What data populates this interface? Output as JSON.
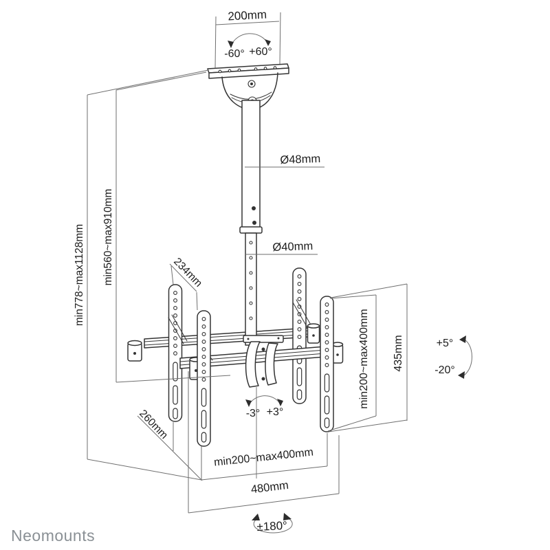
{
  "brand": {
    "logo": "Neomounts"
  },
  "diagram": {
    "title_semantic": "ceiling-tv-mount-dimension-drawing",
    "labels": {
      "top_width": "200mm",
      "swivel_neg": "-60°",
      "swivel_pos": "+60°",
      "pole_upper_diameter": "Ø48mm",
      "pole_lower_diameter": "Ø40mm",
      "height_outer": "min778~max1128mm",
      "height_inner": "min560~max910mm",
      "depth_top": "234mm",
      "depth_bottom": "260mm",
      "level_neg": "-3°",
      "level_pos": "+3°",
      "vesa_width": "min200~max400mm",
      "bar_width": "480mm",
      "vesa_height": "min200~max400mm",
      "panel_height": "435mm",
      "tilt_up": "+5°",
      "tilt_down": "-20°",
      "rotation": "±180°"
    },
    "colors": {
      "structure_line": "#333333",
      "dimension_line": "#6e6e6e",
      "text": "#1c1c1c",
      "logo": "#8a9095",
      "background": "#ffffff"
    }
  }
}
